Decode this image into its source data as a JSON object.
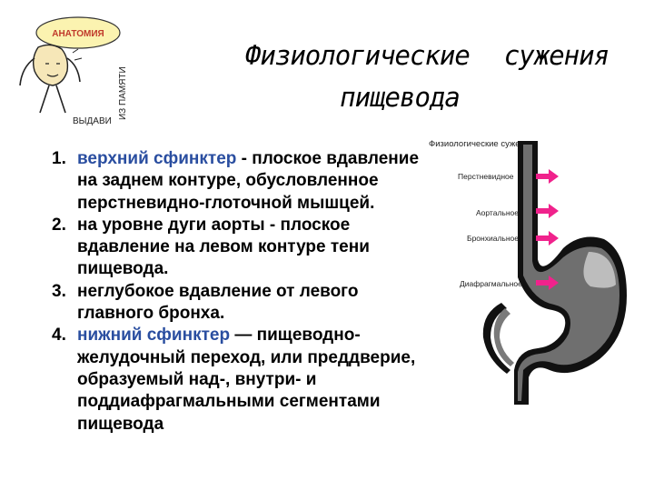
{
  "logo": {
    "bubble_text": "АНАТОМИЯ",
    "side_text": "ИЗ ПАМЯТИ",
    "bottom_text": "ВЫДАВИ"
  },
  "title": {
    "line1_a": "Физиологические",
    "line1_b": "сужения",
    "line2": "пищевода"
  },
  "items": [
    {
      "num": "1.",
      "highlight": "верхний сфинктер",
      "text": " - плоское вдавление на заднем контуре, обусловленное перстневидно-глоточной мышцей."
    },
    {
      "num": "2.",
      "highlight": "",
      "text": "на уровне дуги аорты - плоское вдавление на левом контуре тени пищевода."
    },
    {
      "num": "3.",
      "highlight": "",
      "text": "неглубокое вдавление от левого главного бронха."
    },
    {
      "num": "4.",
      "highlight": "нижний сфинктер",
      "text": " — пищеводно-желудочный переход, или преддверие, образуемый над-, внутри- и поддиафрагмальными сегментами пищевода"
    }
  ],
  "figure": {
    "caption": "Физиологические сужения:",
    "labels": [
      "Перстневидное",
      "Аортальное",
      "Бронхиальное",
      "Диафрагмальное"
    ],
    "arrow_color": "#f0228c"
  }
}
